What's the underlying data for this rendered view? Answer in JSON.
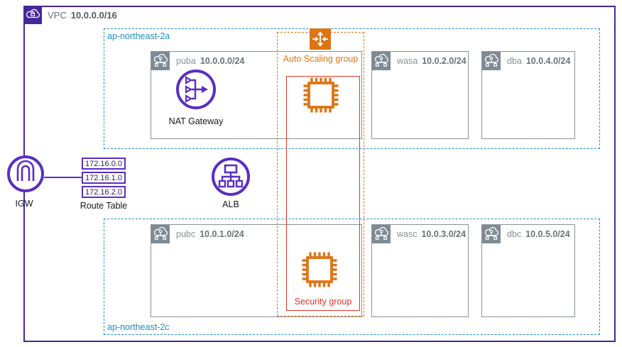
{
  "vpc": {
    "label": "VPC",
    "cidr": "10.0.0.0/16"
  },
  "azs": {
    "a": {
      "name": "ap-northeast-2a"
    },
    "c": {
      "name": "ap-northeast-2c"
    }
  },
  "subnets": [
    {
      "name": "puba",
      "cidr": "10.0.0.0/24"
    },
    {
      "name": "wasa",
      "cidr": "10.0.2.0/24"
    },
    {
      "name": "dba",
      "cidr": "10.0.4.0/24"
    },
    {
      "name": "pubc",
      "cidr": "10.0.1.0/24"
    },
    {
      "name": "wasc",
      "cidr": "10.0.3.0/24"
    },
    {
      "name": "dbc",
      "cidr": "10.0.5.0/24"
    }
  ],
  "nat_gateway": {
    "label": "NAT Gateway"
  },
  "alb": {
    "label": "ALB"
  },
  "igw": {
    "label": "IGW"
  },
  "route_table": {
    "label": "Route Table",
    "routes": [
      "172.16.0.0",
      "172.16.1.0",
      "172.16.2.0"
    ]
  },
  "auto_scaling_group": {
    "label": "Auto Scaling group"
  },
  "security_group": {
    "label": "Security group"
  },
  "colors": {
    "vpc_border_purple": "#44289b",
    "icon_purple": "#5a2ec2",
    "az_blue": "#1f8dc9",
    "subnet_border_gray": "#8c9196",
    "subnet_icon_gray": "#7f8b94",
    "orange": "#dd7514",
    "security_red": "#df3425",
    "text_gray": "#687078",
    "text_dark": "#16191f"
  }
}
